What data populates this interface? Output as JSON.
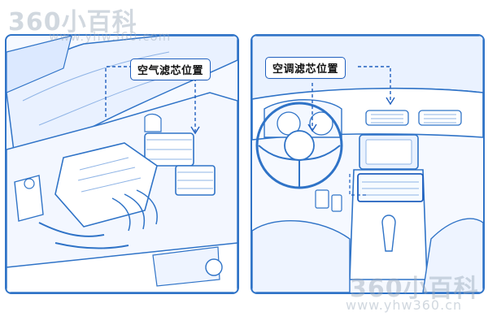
{
  "callouts": {
    "engine_bay_label": "空气滤芯位置",
    "cabin_label": "空调滤芯位置"
  },
  "watermark": {
    "logo_text": "360小百科",
    "url_text": "www.yhw360.com",
    "logo_text_bottom": "360小百科",
    "url_text_bottom": "www.yhw360.cn"
  },
  "colors": {
    "line": "#2f73c7",
    "line_light": "#8fb4e6",
    "panel_bg": "#f6f9ff"
  }
}
